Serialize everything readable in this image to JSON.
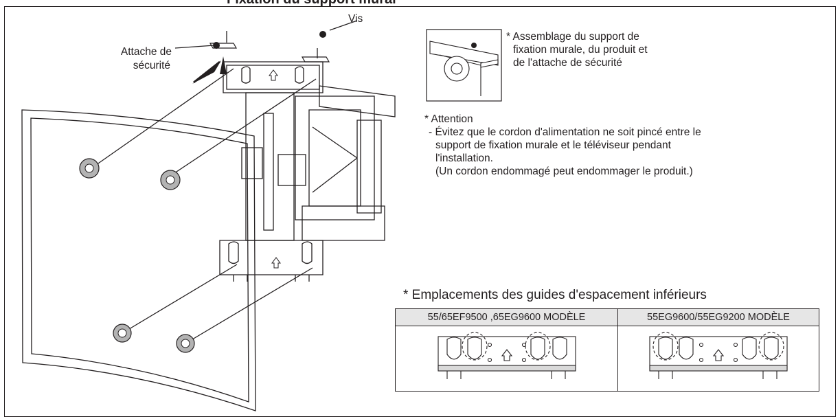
{
  "header": {
    "title_clip": "Fixation du support mural"
  },
  "labels": {
    "screw": "Vis",
    "safety_clip_line1": "Attache de",
    "safety_clip_line2": "sécurité"
  },
  "notes": {
    "assembly_line1": "* Assemblage du support de",
    "assembly_line2": "fixation murale, du produit et",
    "assembly_line3": "de l'attache de sécurité",
    "attention_heading": "* Attention",
    "attention_line1": "- Évitez que le cordon d'alimentation ne soit pincé entre le",
    "attention_line2": "support de fixation murale et le téléviseur pendant",
    "attention_line3": "l'installation.",
    "attention_line4": "(Un cordon endommagé peut endommager le produit.)"
  },
  "spacer_section": {
    "title": "*   Emplacements des guides d'espacement inférieurs",
    "columns": [
      {
        "header": "55/65EF9500 ,65EG9600 MODÈLE"
      },
      {
        "header": "55EG9600/55EG9200 MODÈLE"
      }
    ]
  },
  "colors": {
    "line": "#231f20",
    "header_bg": "#e6e6e6",
    "fill_gray": "#b3b3b3"
  }
}
